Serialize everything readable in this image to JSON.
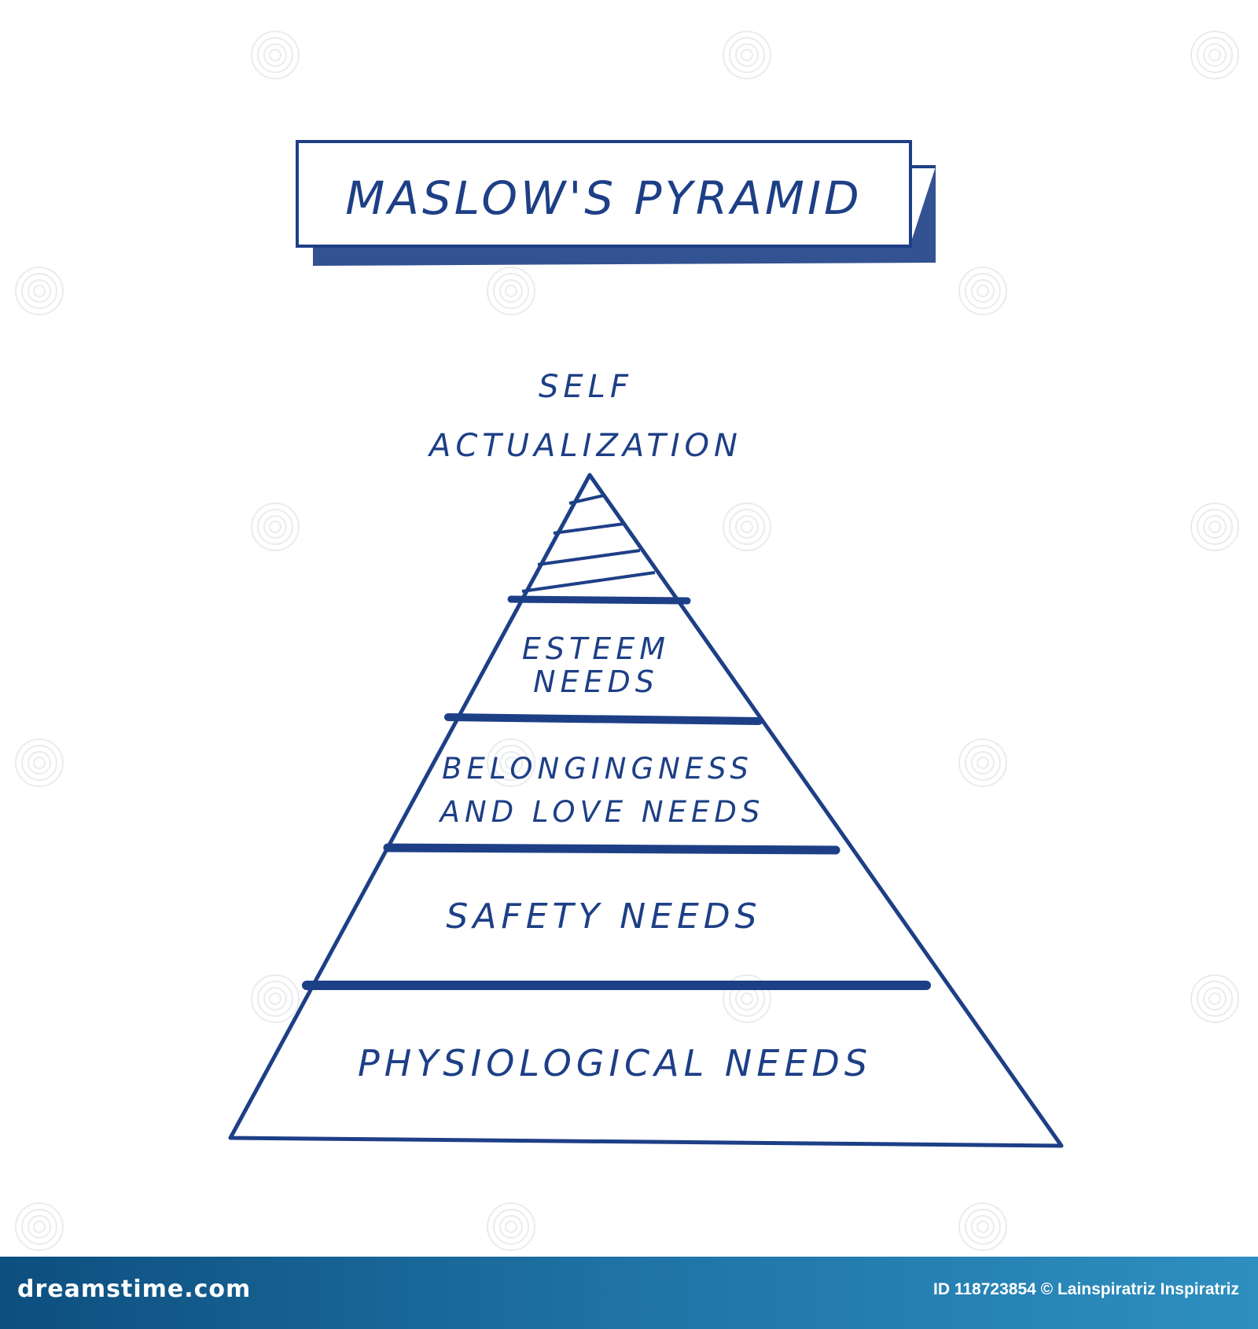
{
  "title": "Maslow's Pyramid",
  "apex_label": [
    "Self",
    "Actualization"
  ],
  "levels": [
    {
      "lines": [
        "Self",
        "Actualization"
      ],
      "hatched": true
    },
    {
      "lines": [
        "Esteem",
        "Needs"
      ]
    },
    {
      "lines": [
        "Belongingness",
        "and love needs"
      ]
    },
    {
      "lines": [
        "Safety needs"
      ]
    },
    {
      "lines": [
        "Physiological needs"
      ]
    }
  ],
  "footer": {
    "logo": "dreamstime.com",
    "credit": "ID 118723854 © Lainspiratriz Inspiratriz"
  },
  "colors": {
    "ink": "#1d3f86",
    "footer": "#1f73a5"
  },
  "icons": {
    "watermark": "spiral-watermark-icon"
  }
}
